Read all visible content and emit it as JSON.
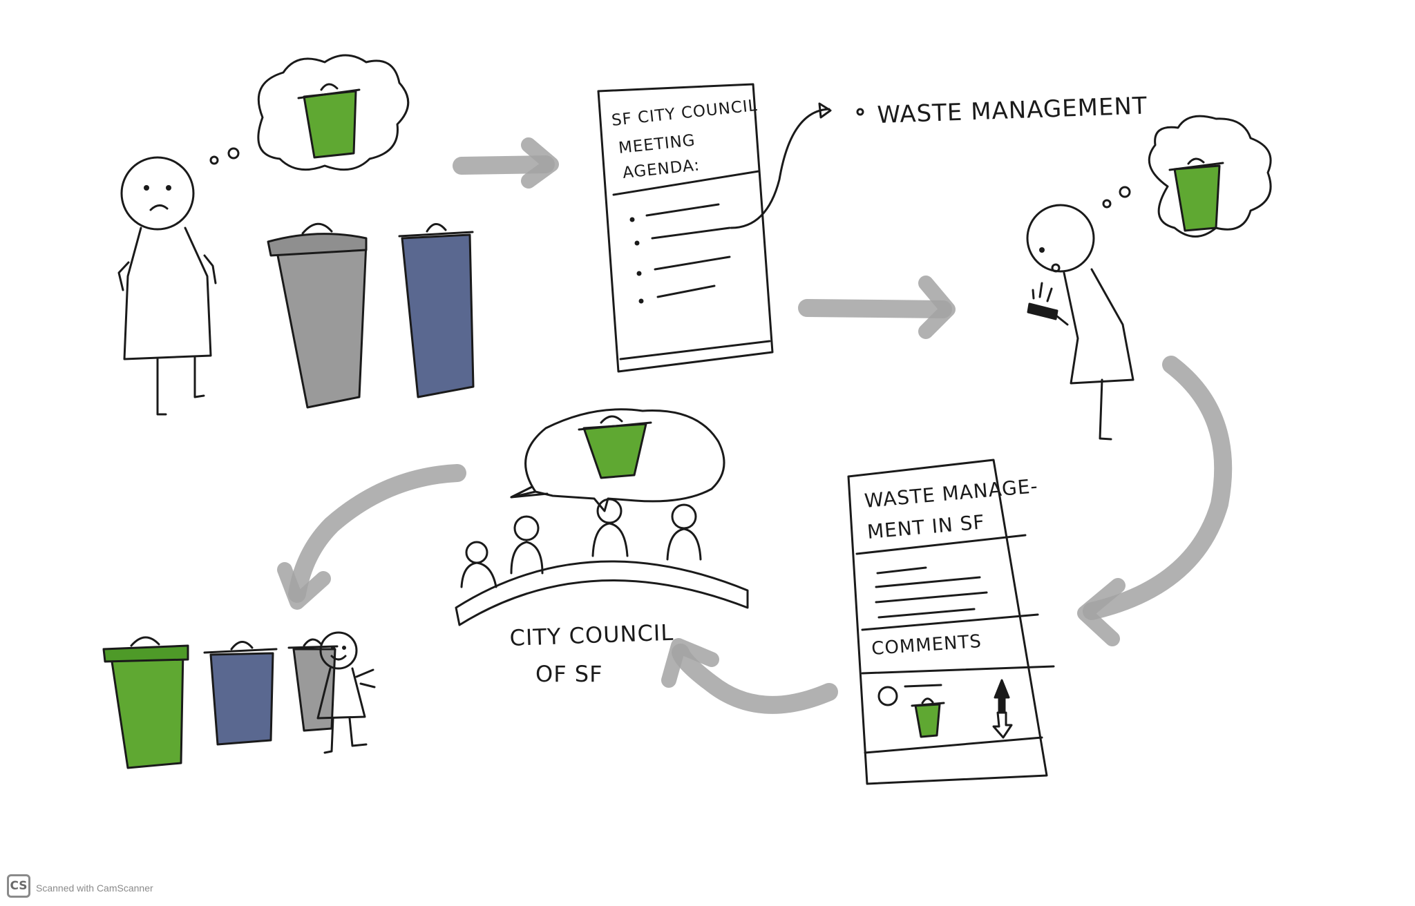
{
  "colors": {
    "green": "#5fa832",
    "blue": "#5a6890",
    "gray": "#9a9a9a",
    "arrow": "#a3a3a3",
    "ink": "#1a1a1a"
  },
  "agenda": {
    "title_line1": "SF CITY COUNCIL",
    "title_line2": "MEETING",
    "title_line3": "AGENDA:"
  },
  "highlight_item": "WASTE MANAGEMENT",
  "post": {
    "title_line1": "WASTE MANAGE-",
    "title_line2": "MENT IN SF",
    "comments_label": "COMMENTS"
  },
  "council": {
    "label_line1": "CITY COUNCIL",
    "label_line2": "OF SF"
  },
  "watermark": {
    "logo": "CS",
    "text": "Scanned with CamScanner"
  }
}
